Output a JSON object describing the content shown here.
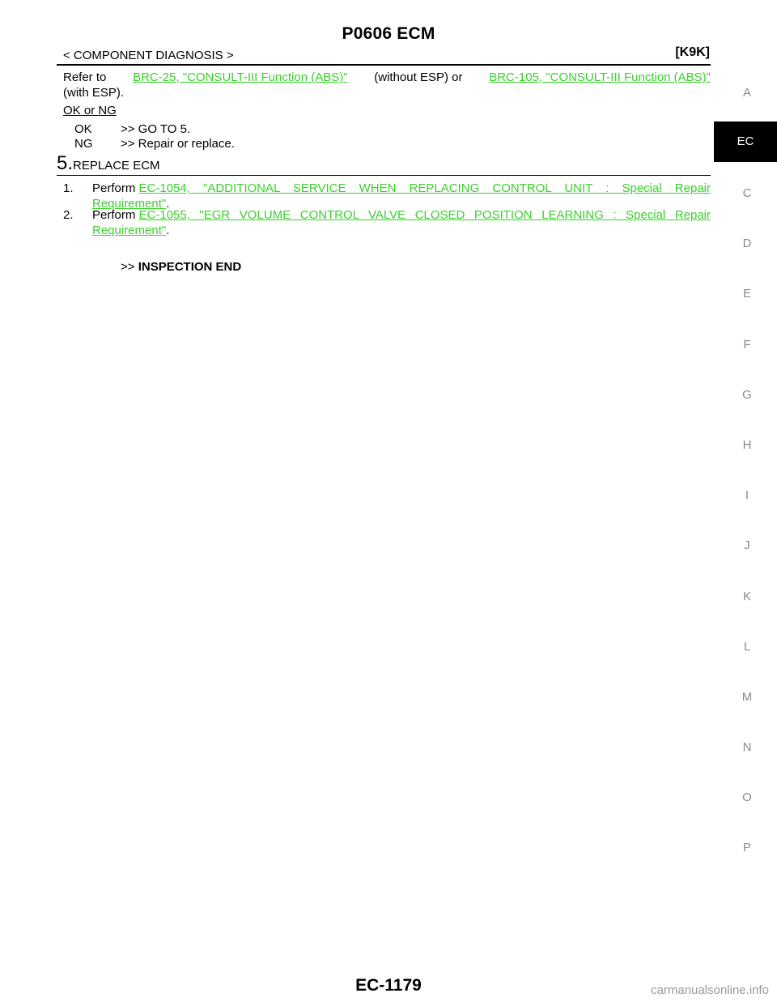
{
  "header": {
    "title": "P0606 ECM",
    "section": "< COMPONENT DIAGNOSIS >",
    "model": "[K9K]"
  },
  "refer": {
    "prefix": "Refer to ",
    "link1": "BRC-25, \"CONSULT-III Function (ABS)\"",
    "middle": " (without ESP) or ",
    "link2": "BRC-105, \"CONSULT-III Function (ABS)\"",
    "suffix": "(with ESP)."
  },
  "judgement": {
    "heading": "OK or NG",
    "ok_label": "OK",
    "ok_text": ">> GO TO 5.",
    "ng_label": "NG",
    "ng_text": ">> Repair or replace."
  },
  "step5": {
    "number": "5.",
    "title": "REPLACE ECM",
    "items": [
      {
        "num": "1.",
        "prefix": "Perform ",
        "link_line1": "EC-1054, \"ADDITIONAL SERVICE WHEN REPLACING CONTROL UNIT : Special Repair",
        "link_line2": "Requirement\"",
        "suffix": "."
      },
      {
        "num": "2.",
        "prefix": "Perform ",
        "link_line1": "EC-1055, \"EGR VOLUME CONTROL VALVE CLOSED POSITION LEARNING : Special Repair",
        "link_line2": "Requirement\"",
        "suffix": "."
      }
    ],
    "end_prefix": ">>",
    "end_text": "INSPECTION END"
  },
  "footer": {
    "page": "EC-1179"
  },
  "side_tabs": [
    "A",
    "EC",
    "C",
    "D",
    "E",
    "F",
    "G",
    "H",
    "I",
    "J",
    "K",
    "L",
    "M",
    "N",
    "O",
    "P"
  ],
  "active_tab": "EC",
  "watermark": "carmanualsonline.info",
  "colors": {
    "link": "#39d12a",
    "tab_active_bg": "#000000",
    "tab_text": "#8a8a8a"
  }
}
